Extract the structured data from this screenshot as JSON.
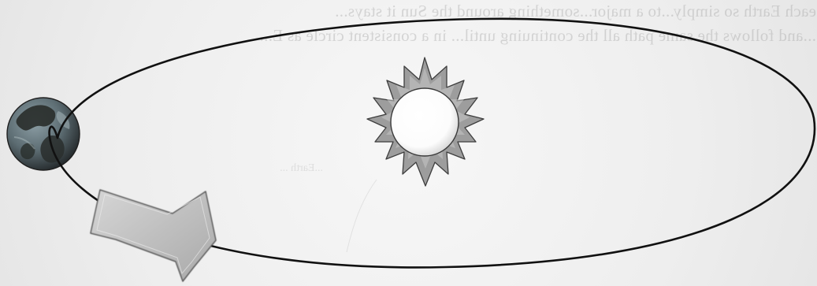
{
  "diagram": {
    "orbit": {
      "stroke_color": "#111111"
    },
    "sun": {
      "ray_color": "#9d9d9d",
      "core_color": "#ffffff"
    },
    "earth": {
      "ocean_color": "#5d6d73",
      "land_color": "#2a2f2d"
    },
    "arrow": {
      "fill_color": "#bdbdbd",
      "outline_color": "#555555"
    },
    "bleed_through_text": {
      "line_1": "each Earth so simply...to a major...something around the Sun it stays...",
      "line_2": "...and follows the same path all the continuing until... in a consistent circle as E...",
      "fragment": "...Earth ..."
    }
  }
}
